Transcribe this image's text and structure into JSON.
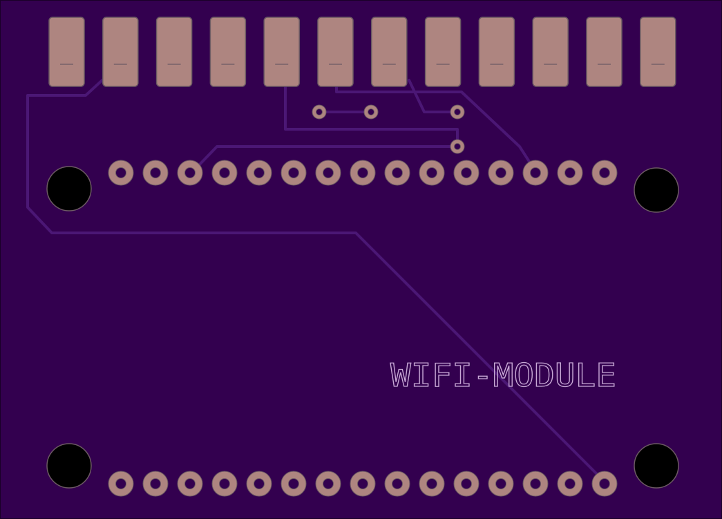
{
  "board": {
    "silkscreen_label": "WIFI-MODULE",
    "colors": {
      "substrate": "#33004F",
      "trace": "#4B1775",
      "copper_pad": "#AE8580",
      "pad_outline": "#6C5A63",
      "drill": "#000000",
      "silkscreen": "#C8A9D6"
    },
    "edge_pads": {
      "count": 12
    },
    "header_top": {
      "count": 15
    },
    "header_bottom": {
      "count": 15
    },
    "vias": {
      "count": 4
    },
    "mounting_holes": {
      "count": 4
    }
  }
}
